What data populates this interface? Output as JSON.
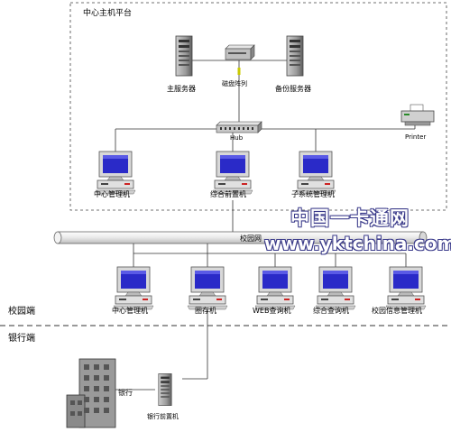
{
  "platform": {
    "title": "中心主机平台"
  },
  "devices": {
    "main_server": "主服务器",
    "disk_array": "磁盘阵列",
    "backup_server": "备份服务器",
    "hub": "Hub",
    "printer": "Printer"
  },
  "top_workstations": [
    "中心管理机",
    "综合前置机",
    "子系统管理机"
  ],
  "bottom_workstations": [
    "中心管理机",
    "圈存机",
    "WEB查询机",
    "综合查询机",
    "校园信息管理机"
  ],
  "network": {
    "campus_net": "校园网"
  },
  "zones": {
    "campus": "校园端",
    "bank": "银行端"
  },
  "bank": {
    "building": "银行",
    "front_machine": "银行前置机"
  },
  "watermark": {
    "title": "中国一卡通网",
    "url": "www.yktchina.com"
  },
  "colors": {
    "screen": "#2a2ac8",
    "pipe": "#e8e8e8",
    "watermark_outline": "#3a3a8a"
  }
}
